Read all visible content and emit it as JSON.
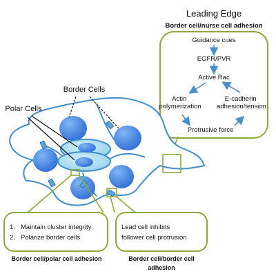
{
  "leading_edge": {
    "title": "Leading Edge",
    "subtitle": "Border cell/nurse cell adhesion",
    "nodes": {
      "guidance": "Guidance cues",
      "egfr": "EGFR/PVR",
      "rac": "Active Rac",
      "actin_line1": "Actin",
      "actin_line2": "polymerization",
      "ecad_line1": "E-cadherin",
      "ecad_line2": "adhesion/tension",
      "force": "Protrusive force"
    }
  },
  "labels": {
    "border_cells": "Border Cells",
    "polar_cells": "Polar Cells"
  },
  "polar_box": {
    "items": [
      {
        "num": "1.",
        "text": "Maintain cluster integrity"
      },
      {
        "num": "2.",
        "text": "Polarize border cells"
      }
    ],
    "caption": "Border cell/polar cell adhesion"
  },
  "border_box": {
    "line1": "Lead cell inhibits",
    "line2": "follower cell protrusion",
    "caption_line1": "Border cell/border cell",
    "caption_line2": "adhesion"
  },
  "colors": {
    "outline_blue": "#3f8fcf",
    "nucleus_blue": "#3d7fe0",
    "polar_fill": "#8ccfe9",
    "box_green": "#8aaa3a",
    "arrow_blue": "#4a90c8"
  }
}
